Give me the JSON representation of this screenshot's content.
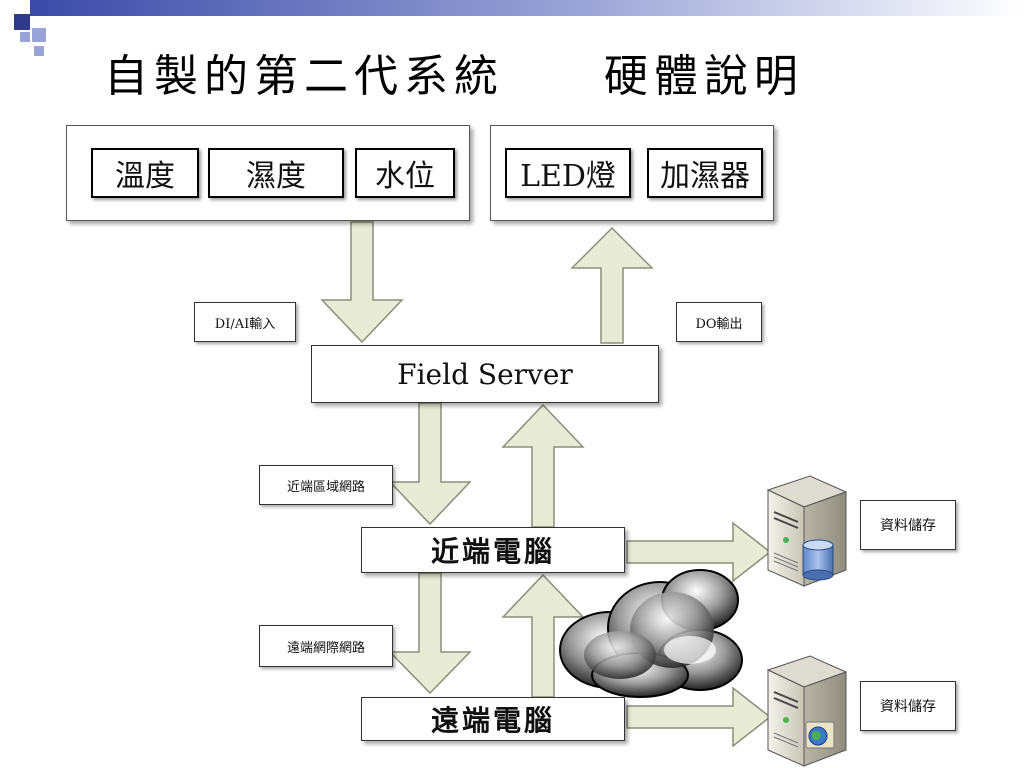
{
  "title": "自製的第二代系統     硬體說明",
  "sensors": [
    "溫度",
    "濕度",
    "水位"
  ],
  "actuators": [
    "LED燈",
    "加濕器"
  ],
  "field_server": "Field Server",
  "io_labels": {
    "input": "DI/AI輸入",
    "output": "DO輸出"
  },
  "near_pc": {
    "label": "近端電腦",
    "network": "近端區域網路"
  },
  "remote_pc": {
    "label": "遠端電腦",
    "network": "遠端網際網路"
  },
  "storage": [
    "資料儲存",
    "資料儲存"
  ],
  "colors": {
    "arrow_fill": "#e8ecd6",
    "arrow_stroke": "#8a8f7a",
    "deco_dark": "#2f3a8c",
    "deco_light": "#9aa3d6"
  },
  "icons": [
    "server-icon",
    "database-icon",
    "internet-globe-icon",
    "cloud-icon"
  ]
}
